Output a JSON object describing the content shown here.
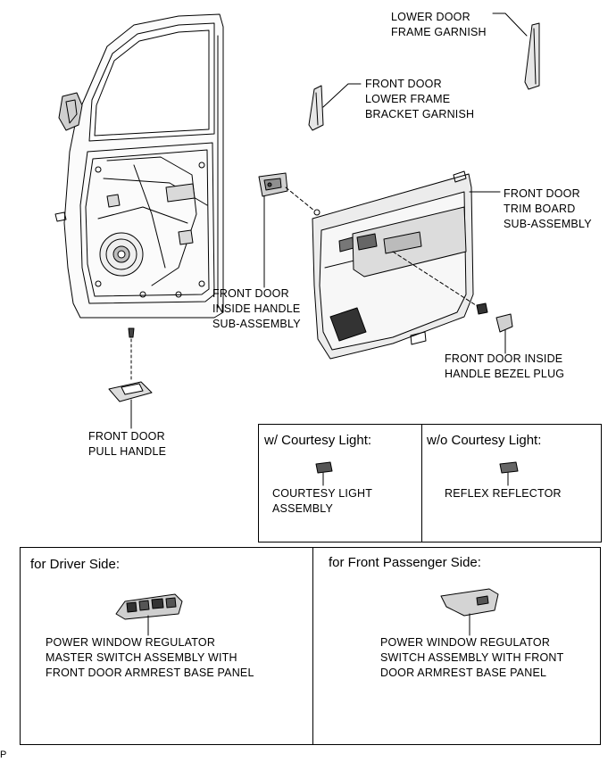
{
  "labels": {
    "lower_door_frame_garnish": "LOWER DOOR\nFRAME GARNISH",
    "front_door_lower_frame_bracket_garnish": "FRONT DOOR\nLOWER FRAME\nBRACKET GARNISH",
    "front_door_trim_board": "FRONT DOOR\nTRIM BOARD\nSUB-ASSEMBLY",
    "front_door_inside_handle": "FRONT DOOR\nINSIDE HANDLE\nSUB-ASSEMBLY",
    "front_door_inside_handle_bezel_plug": "FRONT DOOR INSIDE\nHANDLE BEZEL PLUG",
    "front_door_pull_handle": "FRONT DOOR\nPULL HANDLE"
  },
  "courtesy_panel": {
    "with_header": "w/ Courtesy Light:",
    "without_header": "w/o Courtesy Light:",
    "with_part": "COURTESY LIGHT\nASSEMBLY",
    "without_part": "REFLEX REFLECTOR"
  },
  "side_panel": {
    "driver_header": "for Driver Side:",
    "passenger_header": "for Front Passenger Side:",
    "driver_part": "POWER WINDOW REGULATOR\nMASTER SWITCH ASSEMBLY WITH\nFRONT DOOR ARMREST BASE PANEL",
    "passenger_part": "POWER WINDOW REGULATOR\nSWITCH ASSEMBLY WITH FRONT\nDOOR ARMREST BASE PANEL"
  },
  "corner_code": "P"
}
